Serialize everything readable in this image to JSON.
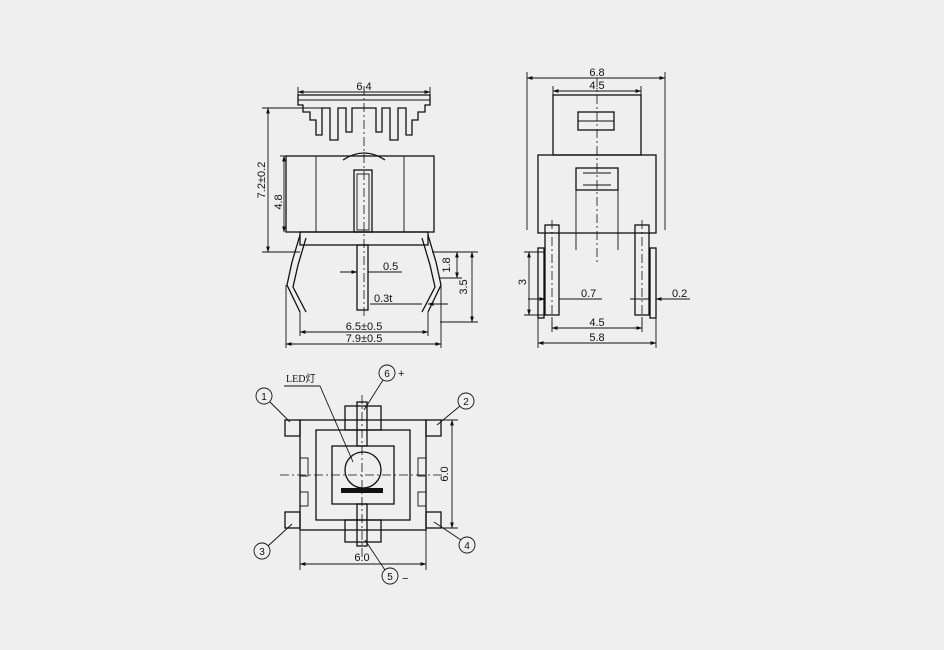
{
  "side_view": {
    "width_top": "6.4",
    "height_total": "7.2±0.2",
    "height_body": "4.8",
    "pin_thickness": "0.5",
    "lead_height_short": "1.8",
    "lead_height_long": "3.5",
    "lead_thickness": "0.3t",
    "lead_span_inner": "6.5±0.5",
    "lead_span_outer": "7.9±0.5"
  },
  "front_view": {
    "width_outer": "6.8",
    "width_inner": "4.5",
    "pin_length": "3",
    "pin_width": "0.7",
    "pin_gap": "0.2",
    "pin_span": "4.5",
    "base_width": "5.8"
  },
  "bottom_view": {
    "led_label": "LED灯",
    "width": "6.0",
    "height": "6.0",
    "pins": [
      "1",
      "2",
      "3",
      "4",
      "5",
      "6"
    ],
    "plus_sign": "+",
    "minus_sign": "−"
  }
}
